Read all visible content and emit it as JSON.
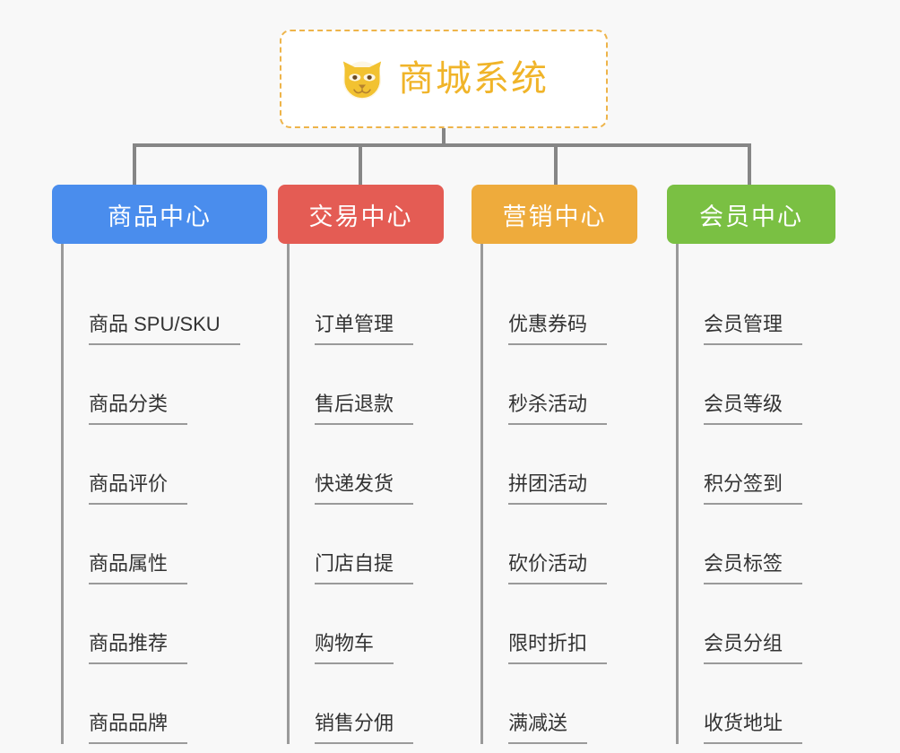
{
  "diagram": {
    "type": "mindmap",
    "background_color": "#f8f8f8",
    "root": {
      "title": "商城系统",
      "icon": "shiba-dog-face-icon",
      "text_color": "#f0b429",
      "border_color": "#eeb44a",
      "background_color": "#ffffff"
    },
    "connector_color": "#868686",
    "branches": [
      {
        "label": "商品中心",
        "color": "#4a8ded",
        "items": [
          "商品 SPU/SKU",
          "商品分类",
          "商品评价",
          "商品属性",
          "商品推荐",
          "商品品牌"
        ]
      },
      {
        "label": "交易中心",
        "color": "#e45c54",
        "items": [
          "订单管理",
          "售后退款",
          "快递发货",
          "门店自提",
          "购物车",
          "销售分佣"
        ]
      },
      {
        "label": "营销中心",
        "color": "#eeab3c",
        "items": [
          "优惠券码",
          "秒杀活动",
          "拼团活动",
          "砍价活动",
          "限时折扣",
          "满减送"
        ]
      },
      {
        "label": "会员中心",
        "color": "#7ac043",
        "items": [
          "会员管理",
          "会员等级",
          "积分签到",
          "会员标签",
          "会员分组",
          "收货地址"
        ]
      }
    ]
  }
}
